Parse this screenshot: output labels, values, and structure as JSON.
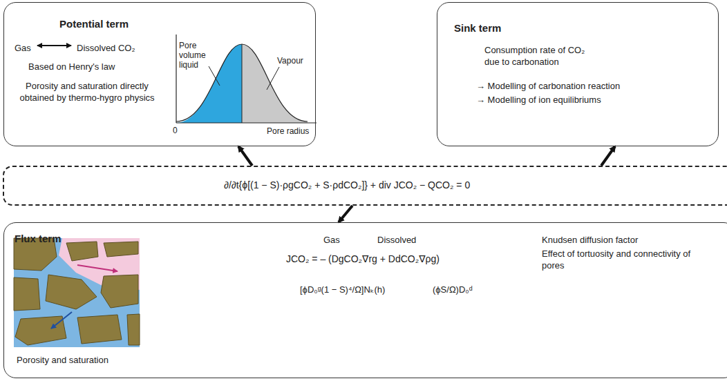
{
  "diagram": {
    "nodes": [
      {
        "text": [
          "Potential term",
          "Gas",
          "Dissolved CO₂",
          "Based on Henry's law",
          "Porosity and saturation directly obtained by thermo-hygro physics",
          "Pore volume liquid",
          "Vapour",
          "0",
          "Pore radius"
        ]
      },
      {
        "text": [
          "Sink term",
          "Consumption rate of CO₂ due to carbonation",
          "→ Modelling of carbonation reaction",
          "→ Modelling of ion equilibriums"
        ]
      },
      {
        "text": [
          "∂/∂t{ϕ[(1 − S)·ρgCO₂ + S·ρdCO₂]} + div JCO₂ − QCO₂ = 0"
        ]
      },
      {
        "text": [
          "Flux term",
          "Gas",
          "Dissolved",
          "JCO₂ = – (DgCO₂∇rg + DdCO₂∇ρg)",
          "[ϕD₀ᵍ(1 − S)⁴/Ω]Nₖ(h)",
          "(ϕS/Ω)D₀ᵈ",
          "Knudsen diffusion factor",
          "Effect of tortuosity and connectivity of pores",
          "Porosity and saturation"
        ]
      }
    ],
    "edges": [
      {
        "from": 2,
        "to": 0,
        "arrow": "to"
      },
      {
        "from": 2,
        "to": 1,
        "arrow": "to"
      },
      {
        "from": 2,
        "to": 3,
        "arrow": "to"
      }
    ]
  }
}
